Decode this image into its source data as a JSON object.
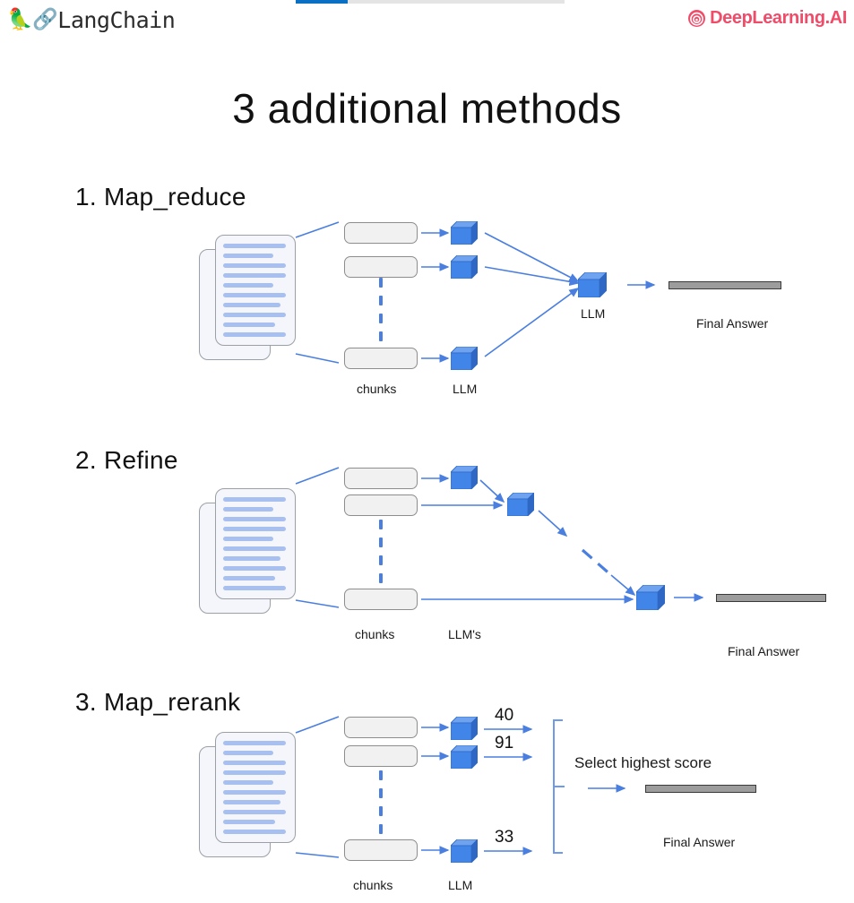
{
  "header": {
    "progress": {
      "percent": 19,
      "fill_color": "#0b6fc4",
      "track_color": "#e4e4e4"
    },
    "left_logo": {
      "parrot_icon": "🦜",
      "link_icon": "🔗",
      "text": "LangChain"
    },
    "right_logo": {
      "mark": "spiral-icon",
      "text": "DeepLearning.AI",
      "color": "#ef4c6a"
    }
  },
  "title": "3 additional methods",
  "colors": {
    "cube_front": "#4285e8",
    "cube_top": "#6fa3f0",
    "cube_side": "#2f68c4",
    "arrow": "#4a7fe0",
    "doc_line": "#a8c0f0",
    "chunk_fill": "#f1f1f1",
    "answer_fill": "#9c9c9c"
  },
  "sections": [
    {
      "id": "map-reduce",
      "title": "1. Map_reduce",
      "labels": {
        "chunks": "chunks",
        "llm_left": "LLM",
        "llm_center": "LLM",
        "final_answer": "Final Answer"
      }
    },
    {
      "id": "refine",
      "title": "2. Refine",
      "labels": {
        "chunks": "chunks",
        "llms": "LLM's",
        "final_answer": "Final Answer"
      }
    },
    {
      "id": "map-rerank",
      "title": "3. Map_rerank",
      "labels": {
        "chunks": "chunks",
        "llm": "LLM",
        "select": "Select highest score",
        "final_answer": "Final Answer"
      },
      "scores": [
        "40",
        "91",
        "33"
      ]
    }
  ]
}
